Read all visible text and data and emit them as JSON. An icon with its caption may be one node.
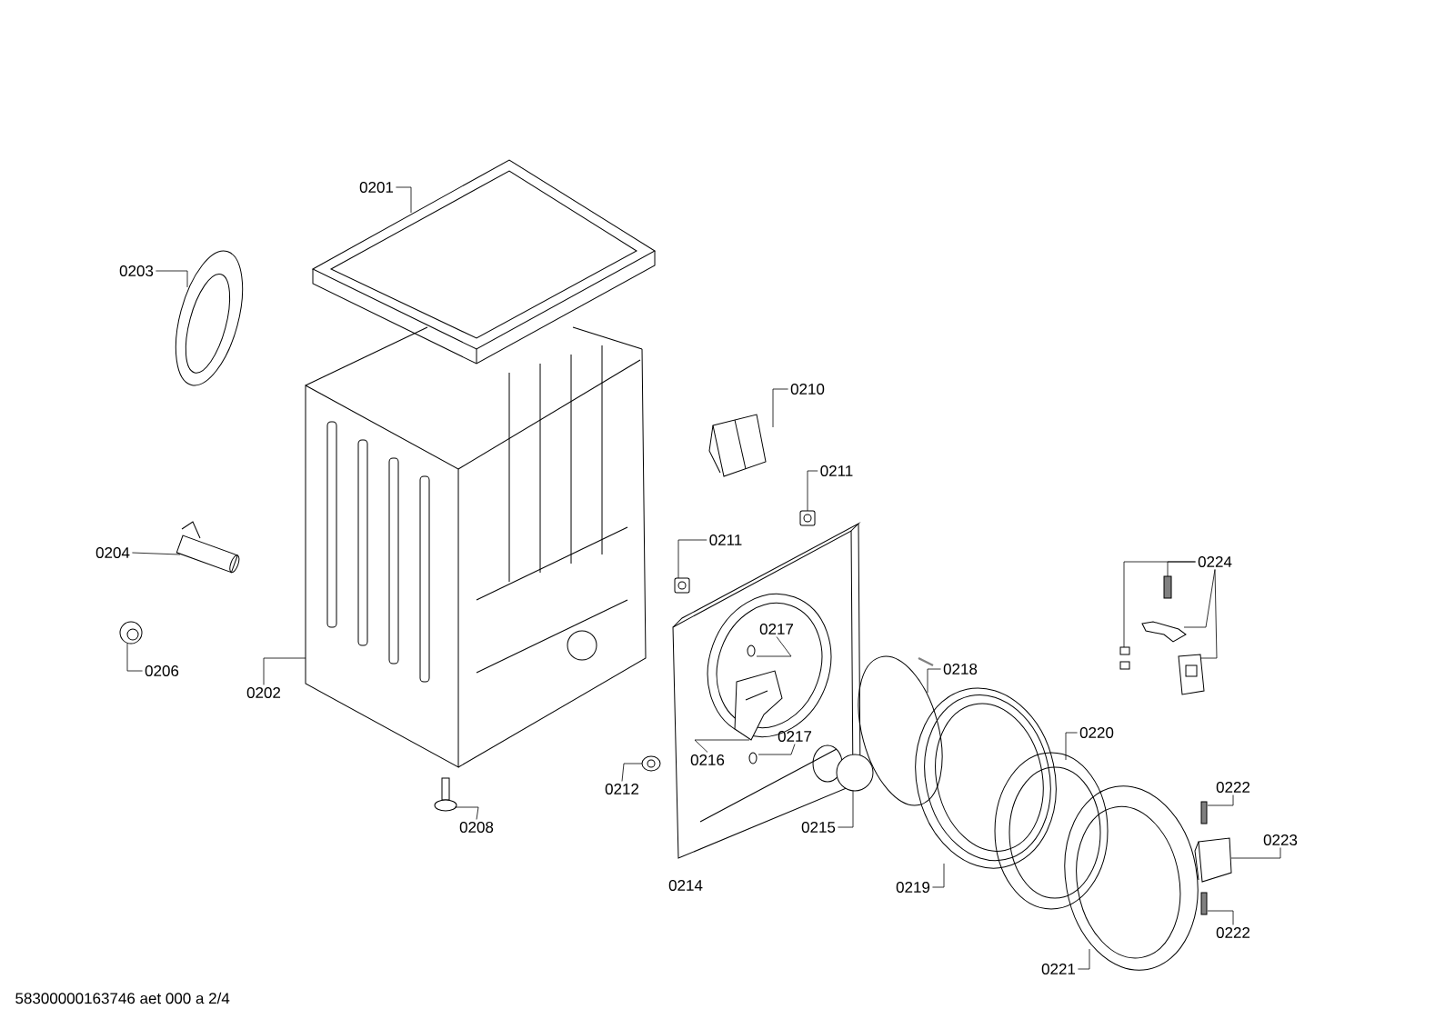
{
  "diagram": {
    "nodes": [
      {
        "text": [
          "0201"
        ]
      },
      {
        "text": [],
        "shape": "picture"
      },
      {
        "text": [
          "0203"
        ]
      },
      {
        "text": [],
        "shape": "picture"
      },
      {
        "text": [
          "0202"
        ]
      },
      {
        "text": [],
        "shape": "picture"
      },
      {
        "text": [
          "0204"
        ]
      },
      {
        "text": [],
        "shape": "picture"
      },
      {
        "text": [
          "0206"
        ]
      },
      {
        "text": [],
        "shape": "picture"
      },
      {
        "text": [
          "0208"
        ]
      },
      {
        "text": [],
        "shape": "picture"
      },
      {
        "text": [
          "0212"
        ]
      },
      {
        "text": [],
        "shape": "picture"
      },
      {
        "text": [
          "0210"
        ]
      },
      {
        "text": [],
        "shape": "picture"
      },
      {
        "text": [
          "0211"
        ]
      },
      {
        "text": [],
        "shape": "picture"
      },
      {
        "text": [
          "0211"
        ]
      },
      {
        "text": [],
        "shape": "picture"
      },
      {
        "text": [
          "0217"
        ]
      },
      {
        "text": [],
        "shape": "picture"
      },
      {
        "text": [
          "0216"
        ]
      },
      {
        "text": [],
        "shape": "picture"
      },
      {
        "text": [
          "0217"
        ]
      },
      {
        "text": [],
        "shape": "picture"
      },
      {
        "text": [
          "0215"
        ]
      },
      {
        "text": [],
        "shape": "circle"
      },
      {
        "text": [
          "0218"
        ]
      },
      {
        "text": [],
        "shape": "picture"
      },
      {
        "text": [
          "0219"
        ]
      },
      {
        "text": [],
        "shape": "picture"
      },
      {
        "text": [
          "0220"
        ]
      },
      {
        "text": [],
        "shape": "picture"
      },
      {
        "text": [
          "0221"
        ]
      },
      {
        "text": [],
        "shape": "picture"
      },
      {
        "text": [
          "0222"
        ]
      },
      {
        "text": [],
        "shape": "bar"
      },
      {
        "text": [
          "0223"
        ]
      },
      {
        "text": [],
        "shape": "picture"
      },
      {
        "text": [
          "0222"
        ]
      },
      {
        "text": [],
        "shape": "bar"
      },
      {
        "text": [
          "0224"
        ]
      },
      {
        "text": [],
        "shape": "bar"
      },
      {
        "text": [],
        "shape": "picture"
      },
      {
        "text": [],
        "shape": "picture"
      },
      {
        "text": [],
        "shape": "picture"
      }
    ],
    "edges": [
      {
        "from": 0,
        "to": 1,
        "arrow": "none"
      },
      {
        "from": 2,
        "to": 3,
        "arrow": "none"
      },
      {
        "from": 4,
        "to": 5,
        "arrow": "none"
      },
      {
        "from": 6,
        "to": 7,
        "arrow": "none"
      },
      {
        "from": 8,
        "to": 9,
        "arrow": "none"
      },
      {
        "from": 10,
        "to": 11,
        "arrow": "none"
      },
      {
        "from": 12,
        "to": 13,
        "arrow": "none"
      },
      {
        "from": 14,
        "to": 15,
        "arrow": "none"
      },
      {
        "from": 16,
        "to": 17,
        "arrow": "none"
      },
      {
        "from": 18,
        "to": 19,
        "arrow": "none"
      },
      {
        "from": 20,
        "to": 21,
        "arrow": "none"
      },
      {
        "from": 22,
        "to": 23,
        "arrow": "none"
      },
      {
        "from": 24,
        "to": 25,
        "arrow": "none"
      },
      {
        "from": 26,
        "to": 27,
        "arrow": "none"
      },
      {
        "from": 28,
        "to": 29,
        "arrow": "none"
      },
      {
        "from": 30,
        "to": 31,
        "arrow": "none"
      },
      {
        "from": 32,
        "to": 33,
        "arrow": "none"
      },
      {
        "from": 34,
        "to": 35,
        "arrow": "none"
      },
      {
        "from": 36,
        "to": 37,
        "arrow": "none"
      },
      {
        "from": 38,
        "to": 39,
        "arrow": "none"
      },
      {
        "from": 40,
        "to": 41,
        "arrow": "none"
      },
      {
        "from": 42,
        "to": 43,
        "arrow": "none"
      },
      {
        "from": 42,
        "to": 44,
        "arrow": "none"
      },
      {
        "from": 42,
        "to": 45,
        "arrow": "none"
      },
      {
        "from": 42,
        "to": 46,
        "arrow": "none"
      }
    ],
    "labels": [
      "0214",
      "58300000163746 aet 000 a 2/4"
    ]
  }
}
